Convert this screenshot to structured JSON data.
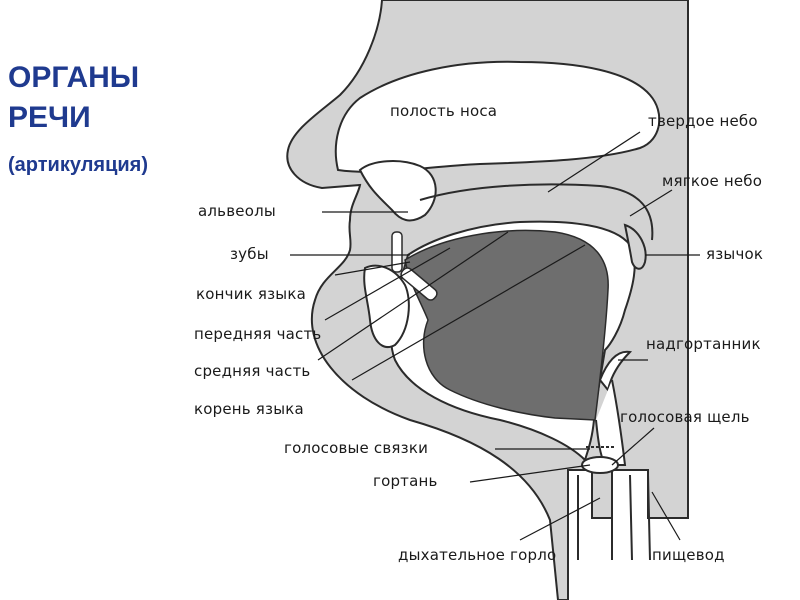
{
  "heading": {
    "title_line1": "ОРГАНЫ",
    "title_line2": "РЕЧИ",
    "subtitle": "(артикуляция)"
  },
  "labels": {
    "nasal_cavity": "полость носа",
    "hard_palate": "твердое небо",
    "soft_palate": "мягкое небо",
    "alveoli": "альвеолы",
    "teeth": "зубы",
    "uvula": "язычок",
    "tongue_tip": "кончик языка",
    "front_part": "передняя часть",
    "middle_part": "средняя часть",
    "tongue_root": "корень языка",
    "epiglottis": "надгортанник",
    "glottis": "голосовая щель",
    "vocal_cords": "голосовые связки",
    "larynx": "гортань",
    "trachea": "дыхательное горло",
    "esophagus": "пищевод"
  },
  "colors": {
    "tissue": "#d3d3d3",
    "outline": "#2b2b2b",
    "tongue": "#6e6e6e",
    "title": "#1f3a8f"
  }
}
